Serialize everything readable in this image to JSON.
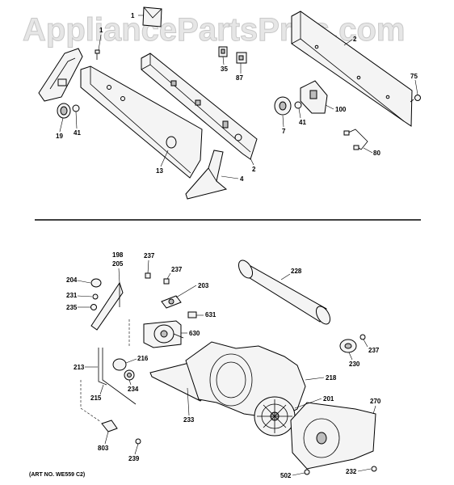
{
  "watermark": "AppliancePartsPros.com",
  "art_number": "(ART NO. WE559 C2)",
  "upper_callouts": [
    "1",
    "1",
    "2",
    "2",
    "4",
    "7",
    "13",
    "19",
    "35",
    "41",
    "41",
    "75",
    "80",
    "87",
    "100"
  ],
  "lower_callouts": [
    "198",
    "203",
    "204",
    "205",
    "213",
    "215",
    "216",
    "218",
    "228",
    "230",
    "231",
    "232",
    "233",
    "234",
    "235",
    "237",
    "237",
    "237",
    "239",
    "270",
    "502",
    "630",
    "631",
    "803",
    "201"
  ]
}
